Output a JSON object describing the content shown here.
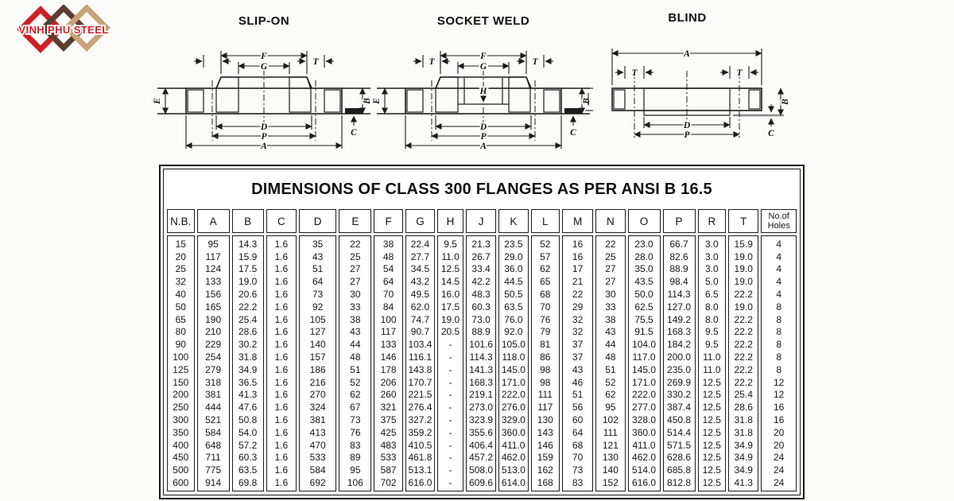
{
  "logo": {
    "text": "VINH PHU STEEL",
    "colors": {
      "red": "#cf2027",
      "brown": "#5c3d2e",
      "tan": "#c7a376"
    }
  },
  "drawings": {
    "slip_on": {
      "title": "SLIP-ON",
      "labels": {
        "f": "F",
        "g": "G",
        "t": "T",
        "e": "E",
        "b": "B",
        "c": "C",
        "d": "D",
        "p": "P",
        "a": "A"
      }
    },
    "socket_weld": {
      "title": "SOCKET WELD",
      "labels": {
        "t_left": "T",
        "f": "F",
        "g": "G",
        "h": "H",
        "t_right": "T",
        "e": "E",
        "b": "B",
        "c": "C",
        "d": "D",
        "p": "P",
        "a": "A"
      }
    },
    "blind": {
      "title": "BLIND",
      "labels": {
        "a": "A",
        "t_left": "T",
        "t_right": "T",
        "b": "B",
        "c": "C",
        "d": "D",
        "p": "P"
      }
    }
  },
  "table": {
    "title": "DIMENSIONS OF CLASS 300 FLANGES AS PER ANSI B 16.5",
    "columns": [
      "N.B.",
      "A",
      "B",
      "C",
      "D",
      "E",
      "F",
      "G",
      "H",
      "J",
      "K",
      "L",
      "M",
      "N",
      "O",
      "P",
      "R",
      "T",
      "No.of Holes"
    ],
    "rows": [
      [
        "15",
        "95",
        "14.3",
        "1.6",
        "35",
        "22",
        "38",
        "22.4",
        "9.5",
        "21.3",
        "23.5",
        "52",
        "16",
        "22",
        "23.0",
        "66.7",
        "3.0",
        "15.9",
        "4"
      ],
      [
        "20",
        "117",
        "15.9",
        "1.6",
        "43",
        "25",
        "48",
        "27.7",
        "11.0",
        "26.7",
        "29.0",
        "57",
        "16",
        "25",
        "28.0",
        "82.6",
        "3.0",
        "19.0",
        "4"
      ],
      [
        "25",
        "124",
        "17.5",
        "1.6",
        "51",
        "27",
        "54",
        "34.5",
        "12.5",
        "33.4",
        "36.0",
        "62",
        "17",
        "27",
        "35.0",
        "88.9",
        "3.0",
        "19.0",
        "4"
      ],
      [
        "32",
        "133",
        "19.0",
        "1.6",
        "64",
        "27",
        "64",
        "43.2",
        "14.5",
        "42.2",
        "44.5",
        "65",
        "21",
        "27",
        "43.5",
        "98.4",
        "5.0",
        "19.0",
        "4"
      ],
      [
        "40",
        "156",
        "20.6",
        "1.6",
        "73",
        "30",
        "70",
        "49.5",
        "16.0",
        "48.3",
        "50.5",
        "68",
        "22",
        "30",
        "50.0",
        "114.3",
        "6.5",
        "22.2",
        "4"
      ],
      [
        "50",
        "165",
        "22.2",
        "1.6",
        "92",
        "33",
        "84",
        "62.0",
        "17.5",
        "60.3",
        "63.5",
        "70",
        "29",
        "33",
        "62.5",
        "127.0",
        "8.0",
        "19.0",
        "8"
      ],
      [
        "65",
        "190",
        "25.4",
        "1.6",
        "105",
        "38",
        "100",
        "74.7",
        "19.0",
        "73.0",
        "76.0",
        "76",
        "32",
        "38",
        "75.5",
        "149.2",
        "8.0",
        "22.2",
        "8"
      ],
      [
        "80",
        "210",
        "28.6",
        "1.6",
        "127",
        "43",
        "117",
        "90.7",
        "20.5",
        "88.9",
        "92.0",
        "79",
        "32",
        "43",
        "91.5",
        "168.3",
        "9.5",
        "22.2",
        "8"
      ],
      [
        "90",
        "229",
        "30.2",
        "1.6",
        "140",
        "44",
        "133",
        "103.4",
        "-",
        "101.6",
        "105.0",
        "81",
        "37",
        "44",
        "104.0",
        "184.2",
        "9.5",
        "22.2",
        "8"
      ],
      [
        "100",
        "254",
        "31.8",
        "1.6",
        "157",
        "48",
        "146",
        "116.1",
        "-",
        "114.3",
        "118.0",
        "86",
        "37",
        "48",
        "117.0",
        "200.0",
        "11.0",
        "22.2",
        "8"
      ],
      [
        "125",
        "279",
        "34.9",
        "1.6",
        "186",
        "51",
        "178",
        "143.8",
        "-",
        "141.3",
        "145.0",
        "98",
        "43",
        "51",
        "145.0",
        "235.0",
        "11.0",
        "22.2",
        "8"
      ],
      [
        "150",
        "318",
        "36.5",
        "1.6",
        "216",
        "52",
        "206",
        "170.7",
        "-",
        "168.3",
        "171.0",
        "98",
        "46",
        "52",
        "171.0",
        "269.9",
        "12.5",
        "22.2",
        "12"
      ],
      [
        "200",
        "381",
        "41.3",
        "1.6",
        "270",
        "62",
        "260",
        "221.5",
        "-",
        "219.1",
        "222.0",
        "111",
        "51",
        "62",
        "222.0",
        "330.2",
        "12.5",
        "25.4",
        "12"
      ],
      [
        "250",
        "444",
        "47.6",
        "1.6",
        "324",
        "67",
        "321",
        "276.4",
        "-",
        "273.0",
        "276.0",
        "117",
        "56",
        "95",
        "277.0",
        "387.4",
        "12.5",
        "28.6",
        "16"
      ],
      [
        "300",
        "521",
        "50.8",
        "1.6",
        "381",
        "73",
        "375",
        "327.2",
        "-",
        "323.9",
        "329.0",
        "130",
        "60",
        "102",
        "328.0",
        "450.8",
        "12.5",
        "31.8",
        "16"
      ],
      [
        "350",
        "584",
        "54.0",
        "1.6",
        "413",
        "76",
        "425",
        "359.2",
        "-",
        "355.6",
        "360.0",
        "143",
        "64",
        "111",
        "360.0",
        "514.4",
        "12.5",
        "31.8",
        "20"
      ],
      [
        "400",
        "648",
        "57.2",
        "1.6",
        "470",
        "83",
        "483",
        "410.5",
        "-",
        "406.4",
        "411.0",
        "146",
        "68",
        "121",
        "411.0",
        "571.5",
        "12.5",
        "34.9",
        "20"
      ],
      [
        "450",
        "711",
        "60.3",
        "1.6",
        "533",
        "89",
        "533",
        "461.8",
        "-",
        "457.2",
        "462.0",
        "159",
        "70",
        "130",
        "462.0",
        "628.6",
        "12.5",
        "34.9",
        "24"
      ],
      [
        "500",
        "775",
        "63.5",
        "1.6",
        "584",
        "95",
        "587",
        "513.1",
        "-",
        "508.0",
        "513.0",
        "162",
        "73",
        "140",
        "514.0",
        "685.8",
        "12.5",
        "34.9",
        "24"
      ],
      [
        "600",
        "914",
        "69.8",
        "1.6",
        "692",
        "106",
        "702",
        "616.0",
        "-",
        "609.6",
        "614.0",
        "168",
        "83",
        "152",
        "616.0",
        "812.8",
        "12.5",
        "41.3",
        "24"
      ]
    ]
  }
}
